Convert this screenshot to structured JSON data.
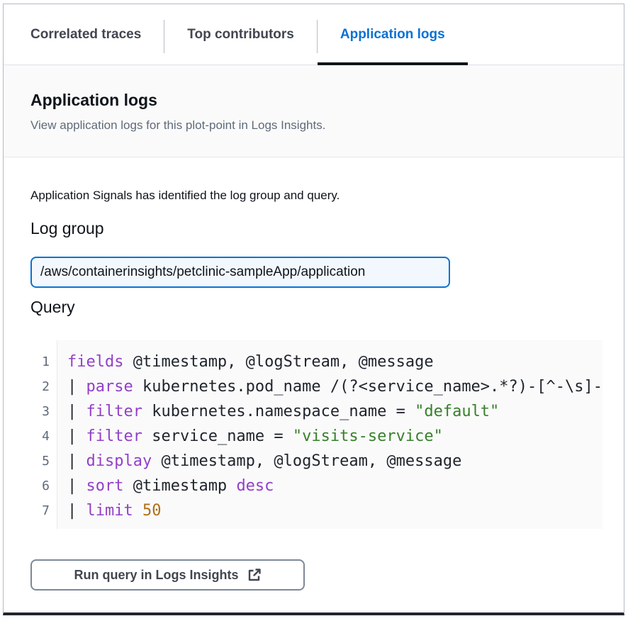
{
  "tabs": {
    "items": [
      {
        "label": "Correlated traces",
        "active": false
      },
      {
        "label": "Top contributors",
        "active": false
      },
      {
        "label": "Application logs",
        "active": true
      }
    ]
  },
  "header": {
    "title": "Application logs",
    "description": "View application logs for this plot-point in Logs Insights."
  },
  "content": {
    "intro": "Application Signals has identified the log group and query.",
    "log_group": {
      "label": "Log group",
      "value": "/aws/containerinsights/petclinic-sampleApp/application"
    },
    "query": {
      "label": "Query",
      "lines": [
        {
          "number": "1",
          "segments": [
            {
              "text": "fields",
              "type": "keyword"
            },
            {
              "text": " @timestamp, @logStream, @message",
              "type": "plain"
            }
          ]
        },
        {
          "number": "2",
          "segments": [
            {
              "text": "| ",
              "type": "plain"
            },
            {
              "text": "parse",
              "type": "keyword"
            },
            {
              "text": " kubernetes.pod_name /(?<service_name>.*?)-[^-\\s]-",
              "type": "plain"
            }
          ]
        },
        {
          "number": "3",
          "segments": [
            {
              "text": "| ",
              "type": "plain"
            },
            {
              "text": "filter",
              "type": "keyword"
            },
            {
              "text": " kubernetes.namespace_name = ",
              "type": "plain"
            },
            {
              "text": "\"default\"",
              "type": "string"
            }
          ]
        },
        {
          "number": "4",
          "segments": [
            {
              "text": "| ",
              "type": "plain"
            },
            {
              "text": "filter",
              "type": "keyword"
            },
            {
              "text": " service_name = ",
              "type": "plain"
            },
            {
              "text": "\"visits-service\"",
              "type": "string"
            }
          ]
        },
        {
          "number": "5",
          "segments": [
            {
              "text": "| ",
              "type": "plain"
            },
            {
              "text": "display",
              "type": "keyword"
            },
            {
              "text": " @timestamp, @logStream, @message",
              "type": "plain"
            }
          ]
        },
        {
          "number": "6",
          "segments": [
            {
              "text": "| ",
              "type": "plain"
            },
            {
              "text": "sort",
              "type": "keyword"
            },
            {
              "text": " @timestamp ",
              "type": "plain"
            },
            {
              "text": "desc",
              "type": "keyword"
            }
          ]
        },
        {
          "number": "7",
          "segments": [
            {
              "text": "| ",
              "type": "plain"
            },
            {
              "text": "limit",
              "type": "keyword"
            },
            {
              "text": " ",
              "type": "plain"
            },
            {
              "text": "50",
              "type": "number"
            }
          ]
        }
      ]
    },
    "run_button": {
      "label": "Run query in Logs Insights",
      "icon": "external-link-icon"
    }
  },
  "colors": {
    "accent_blue": "#0972d3",
    "active_tab_underline": "#0f141a",
    "keyword_purple": "#9240c9",
    "string_green": "#37802a",
    "number_orange": "#b06f17",
    "text_dark": "#0f141a",
    "text_secondary": "#5f6b7a",
    "input_background": "#f2f8fd",
    "code_background": "#fafafa"
  }
}
